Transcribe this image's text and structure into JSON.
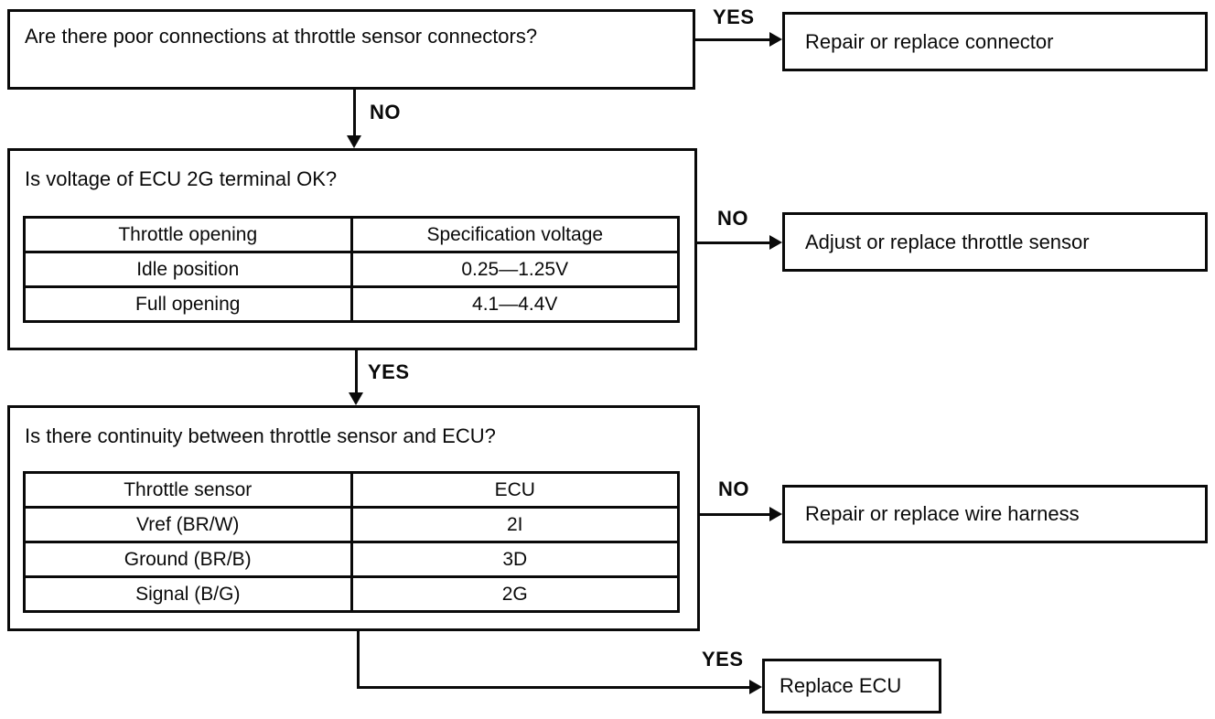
{
  "diagram": {
    "background": "#ffffff",
    "line_color": "#0a0a0a",
    "nodes": {
      "q1": {
        "text": "Are there poor connections at throttle sensor connectors?"
      },
      "a1": {
        "text": "Repair or replace connector"
      },
      "q2": {
        "text": "Is voltage of ECU 2G terminal OK?",
        "table": {
          "headers": [
            "Throttle opening",
            "Specification voltage"
          ],
          "rows": [
            [
              "Idle position",
              "0.25—1.25V"
            ],
            [
              "Full opening",
              "4.1—4.4V"
            ]
          ]
        }
      },
      "a2": {
        "text": "Adjust or replace throttle sensor"
      },
      "q3": {
        "text": "Is there continuity between throttle sensor and ECU?",
        "table": {
          "headers": [
            "Throttle sensor",
            "ECU"
          ],
          "rows": [
            [
              "Vref (BR/W)",
              "2I"
            ],
            [
              "Ground (BR/B)",
              "3D"
            ],
            [
              "Signal (B/G)",
              "2G"
            ]
          ]
        }
      },
      "a3": {
        "text": "Repair or replace wire harness"
      },
      "a4": {
        "text": "Replace ECU"
      }
    },
    "edges": {
      "q1_yes": "YES",
      "q1_no": "NO",
      "q2_no": "NO",
      "q2_yes": "YES",
      "q3_no": "NO",
      "q3_yes": "YES"
    }
  }
}
